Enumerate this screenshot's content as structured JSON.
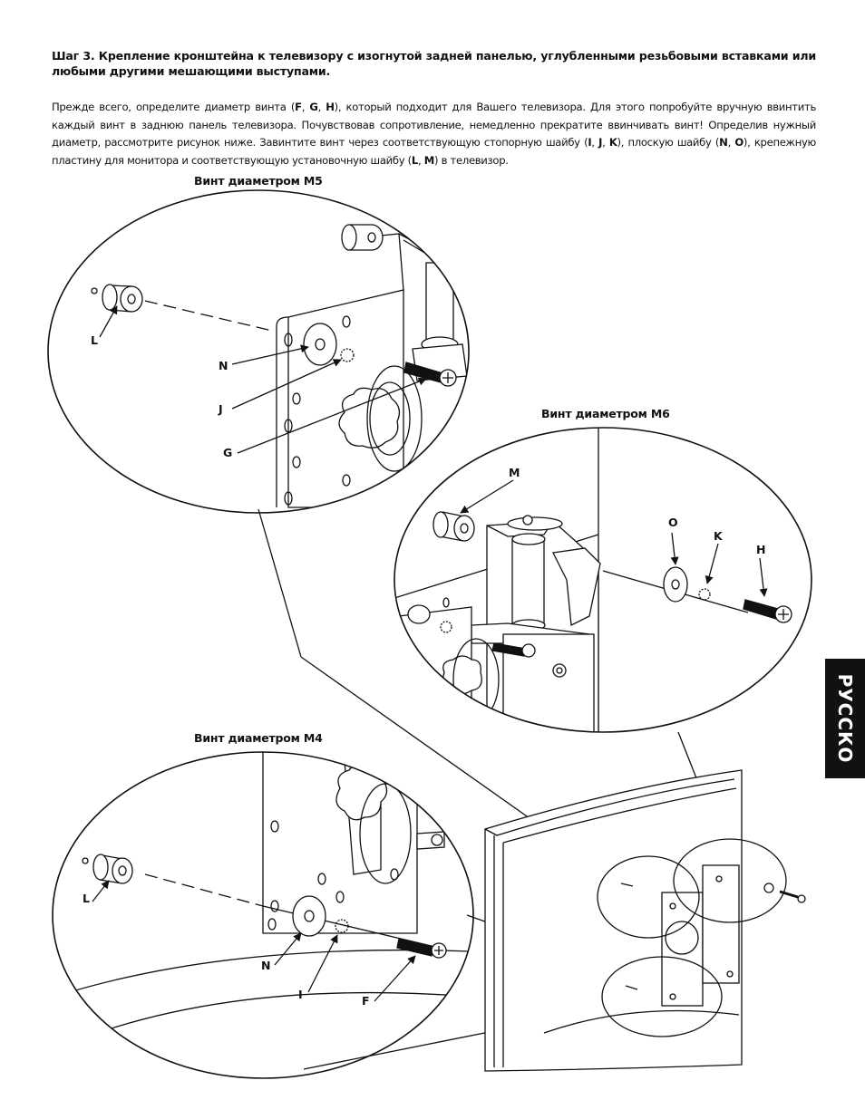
{
  "heading": "Шаг 3. Крепление кронштейна к телевизору  с изогнутой задней панелью, углубленными резьбовыми вставками или любыми другими мешающими выступами.",
  "intro": {
    "p1": "Прежде всего, определите диаметр винта (",
    "s1": "F",
    "c1": ", ",
    "s2": "G",
    "c2": ", ",
    "s3": "H",
    "p2": "), который подходит для Вашего телевизора. Для этого попробуйте вручную ввинтить каждый винт в заднюю панель телевизора. Почувствовав сопротивление, немедленно прекратите ввинчивать винт! Определив нужный диаметр, рассмотрите рисунок ниже. Завинтите винт через соответствующую стопорную шайбу (",
    "s4": "I",
    "c4": ", ",
    "s5": "J",
    "c5": ", ",
    "s6": "K",
    "p3": "), плоскую шайбу (",
    "s7": "N",
    "c7": ", ",
    "s8": "O",
    "p4": "), крепежную пластину для монитора и соответствующую установочную шайбу (",
    "s9": "L",
    "c9": ", ",
    "s10": "M",
    "p5": ") в телевизор."
  },
  "captions": {
    "m5": "Винт диаметром M5",
    "m6": "Винт диаметром M6",
    "m4": "Винт диаметром M4"
  },
  "labels": {
    "m5": {
      "L": "L",
      "N": "N",
      "J": "J",
      "G": "G"
    },
    "m6": {
      "M": "M",
      "O": "O",
      "K": "K",
      "H": "H"
    },
    "m4": {
      "L": "L",
      "N": "N",
      "I": "I",
      "F": "F"
    }
  },
  "side_tab": "РУССКО"
}
